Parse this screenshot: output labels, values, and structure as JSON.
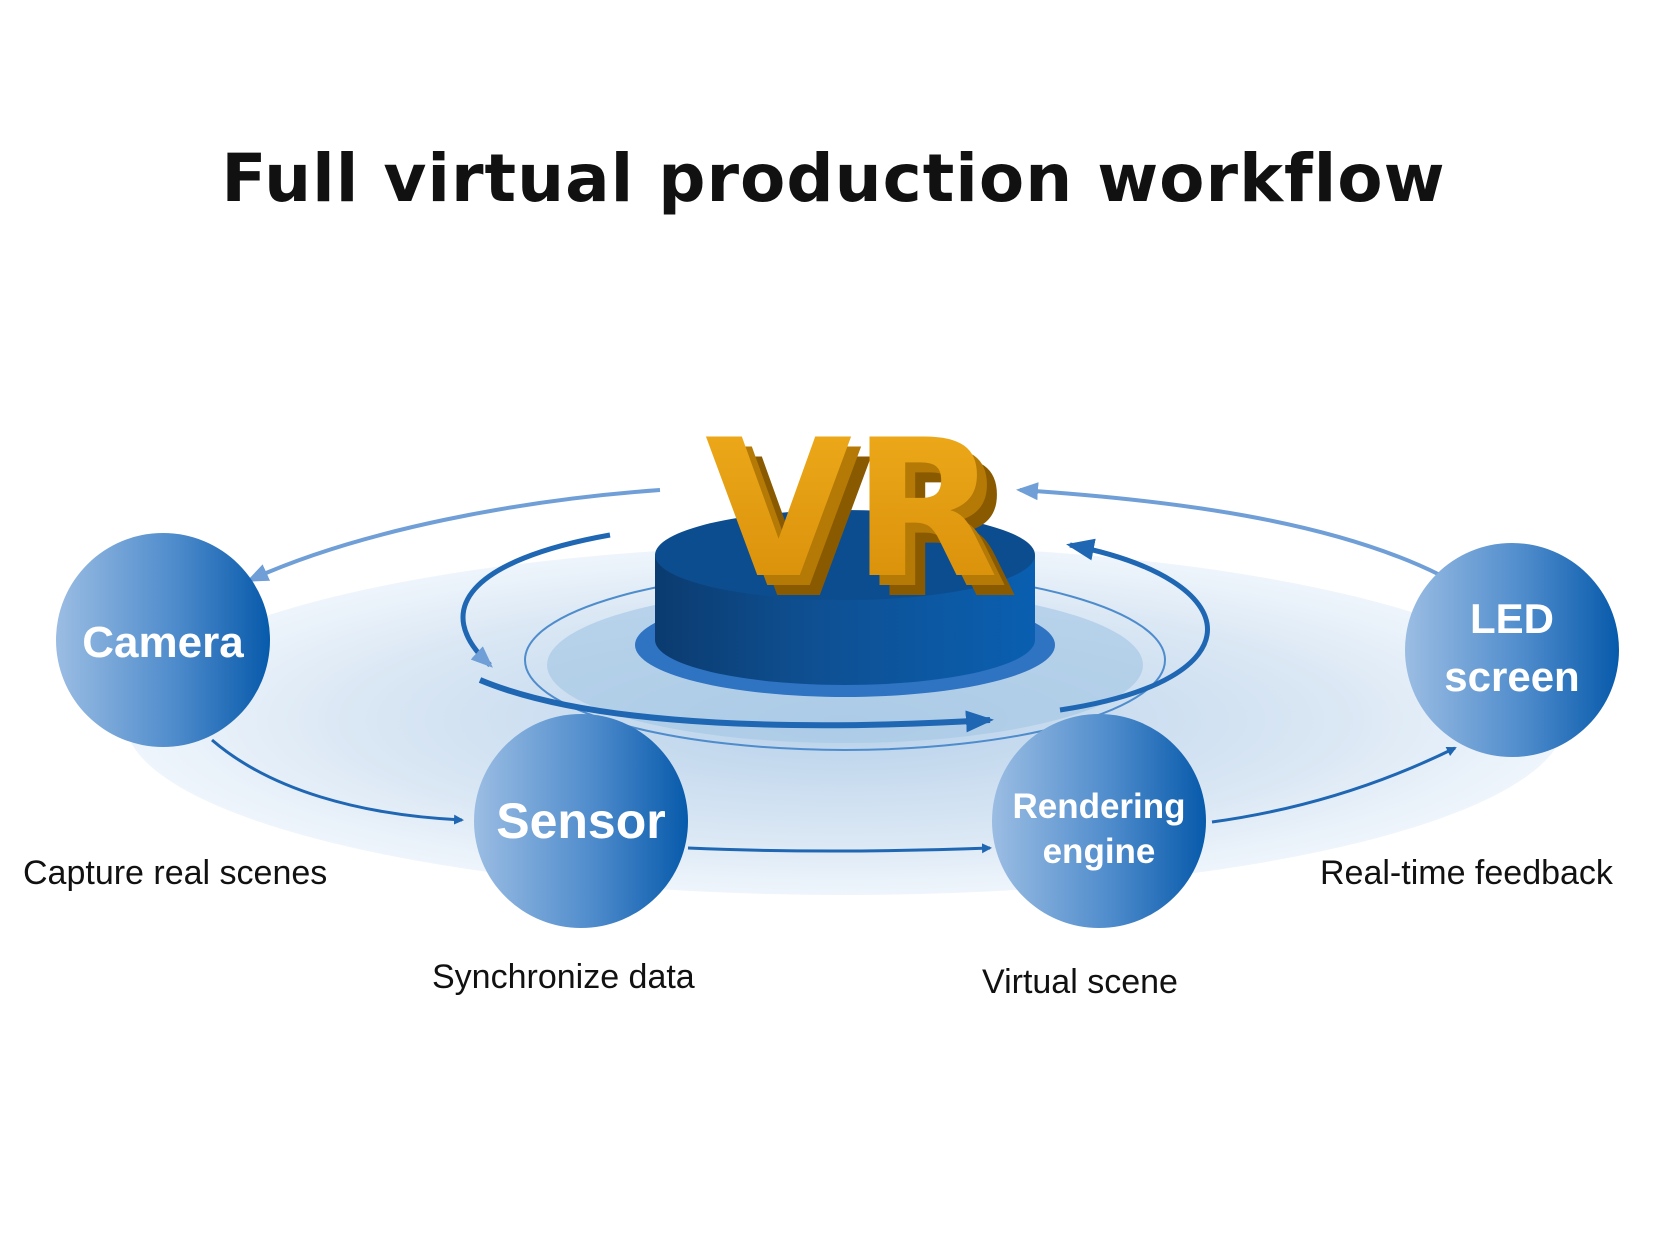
{
  "title": "Full virtual production workflow",
  "center_logo": "VR",
  "nodes": {
    "camera": {
      "label": "Camera"
    },
    "sensor": {
      "label": "Sensor"
    },
    "rendering_engine": {
      "label_line1": "Rendering",
      "label_line2": "engine"
    },
    "led_screen": {
      "label_line1": "LED",
      "label_line2": "screen"
    }
  },
  "captions": {
    "camera": "Capture real scenes",
    "sensor": "Synchronize data",
    "rendering_engine": "Virtual scene",
    "led_screen": "Real-time feedback"
  },
  "colors": {
    "node_light": "#8db1dc",
    "node_dark": "#0a5fb0",
    "arrow": "#1f66b3",
    "pedestal_top": "#0c4d8f",
    "vr_gold": "#e09a10"
  }
}
